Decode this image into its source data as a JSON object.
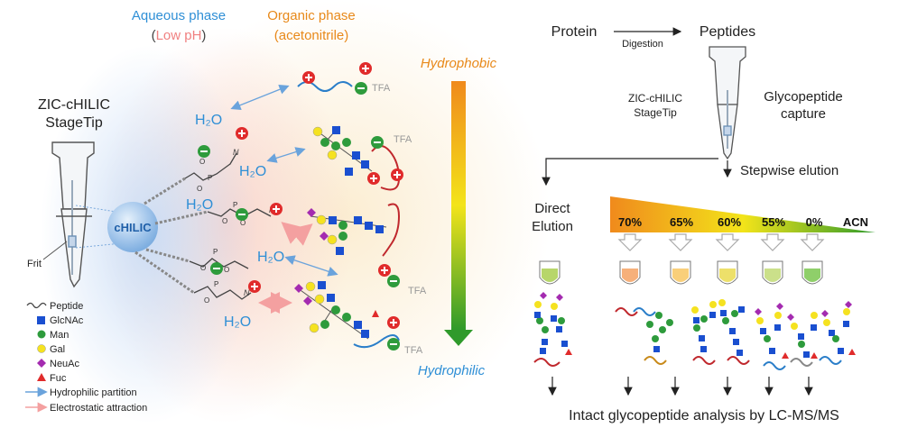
{
  "left": {
    "aqueous_phase": "Aqueous phase",
    "open_paren": "(",
    "low_ph": "Low pH",
    "close_paren": ")",
    "organic_phase": "Organic phase",
    "acetonitrile": "(acetonitrile)",
    "tip_title_1": "ZIC-cHILIC",
    "tip_title_2": "StageTip",
    "frit": "Frit",
    "bead": "cHILIC",
    "water": "H₂O",
    "tfa": "TFA",
    "hydrophobic": "Hydrophobic",
    "hydrophilic": "Hydrophilic",
    "colors": {
      "aqueous": "#2f8fd6",
      "organic": "#e8891a",
      "low_ph": "#f08080"
    }
  },
  "legend": [
    {
      "label": "Peptide",
      "icon": "wavy-line-icon"
    },
    {
      "label": "GlcNAc",
      "icon": "blue-square-icon"
    },
    {
      "label": "Man",
      "icon": "green-circle-icon"
    },
    {
      "label": "Gal",
      "icon": "yellow-circle-icon"
    },
    {
      "label": "NeuAc",
      "icon": "purple-diamond-icon"
    },
    {
      "label": "Fuc",
      "icon": "red-triangle-icon"
    },
    {
      "label": "Hydrophilic partition",
      "icon": "blue-arrow-icon"
    },
    {
      "label": "Electrostatic attraction",
      "icon": "pink-arrow-icon"
    }
  ],
  "right": {
    "protein": "Protein",
    "digestion": "Digestion",
    "peptides": "Peptides",
    "tip_1": "ZIC-cHILIC",
    "tip_2": "StageTip",
    "capture_1": "Glycopeptide",
    "capture_2": "capture",
    "stepwise": "Stepwise elution",
    "direct_1": "Direct",
    "direct_2": "Elution",
    "percents": [
      "70%",
      "65%",
      "60%",
      "55%",
      "0%"
    ],
    "acn": "ACN",
    "analysis": "Intact glycopeptide analysis by LC-MS/MS"
  }
}
